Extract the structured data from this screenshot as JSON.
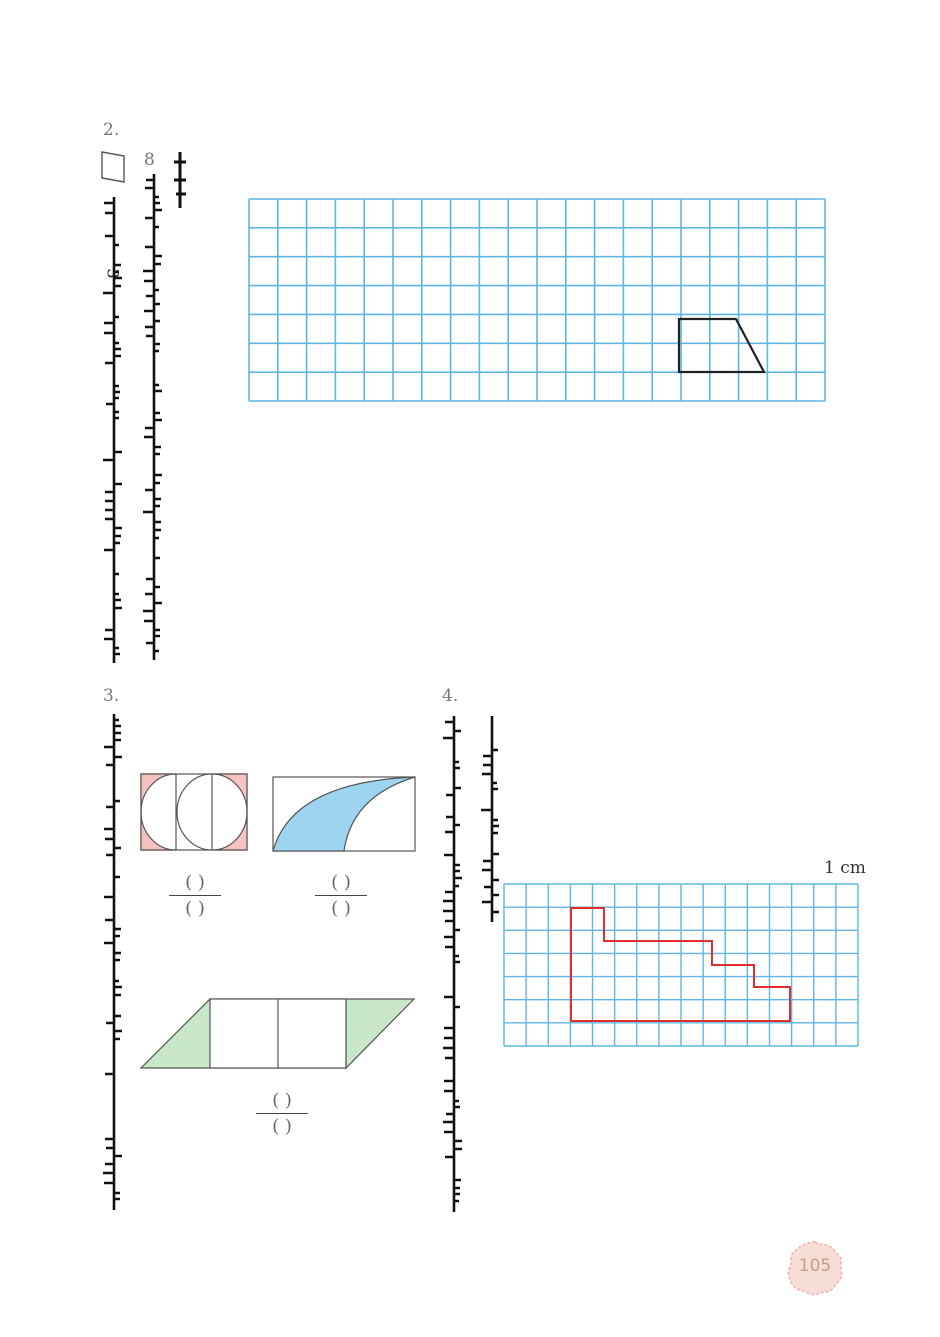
{
  "page": {
    "page_number": "105"
  },
  "section_top": {
    "grid_label": "",
    "item8_number": "8",
    "item2_number": "2.",
    "item2_digit": "3"
  },
  "item3": {
    "number": "3.",
    "fractions": [
      {
        "numerator": "(  )",
        "denominator": "(  )"
      },
      {
        "numerator": "(  )",
        "denominator": "(  )"
      },
      {
        "numerator": "(  )",
        "denominator": "(  )"
      }
    ]
  },
  "item4": {
    "number": "4.",
    "unit_label": "1 cm"
  },
  "colors": {
    "grid_blue": "#5fb6e3",
    "shape_dark": "#222222",
    "shape_red": "#e0302b",
    "fill_pink": "#f4c2c0",
    "fill_blue": "#9dd4f0",
    "fill_green": "#c9e6c7",
    "badge_fill": "#f7ddd6",
    "badge_text": "#c89a8e"
  }
}
